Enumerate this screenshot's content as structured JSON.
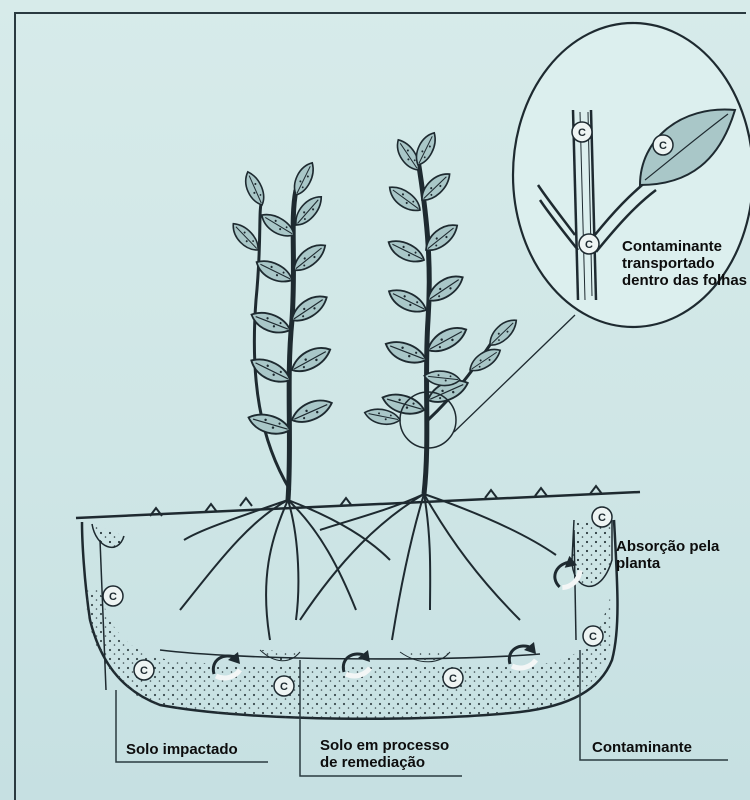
{
  "marker_letter": "C",
  "labels": {
    "inset": "Contaminante transportado dentro das folhas",
    "absorcao": "Absorção pela planta",
    "solo_impactado": "Solo impactado",
    "solo_remediacao": "Solo em processo de remediação",
    "contaminante": "Contaminante"
  },
  "colors": {
    "background": "#d7ebea",
    "ink": "#1e2a30",
    "leaf_fill": "#a9c7c8"
  }
}
